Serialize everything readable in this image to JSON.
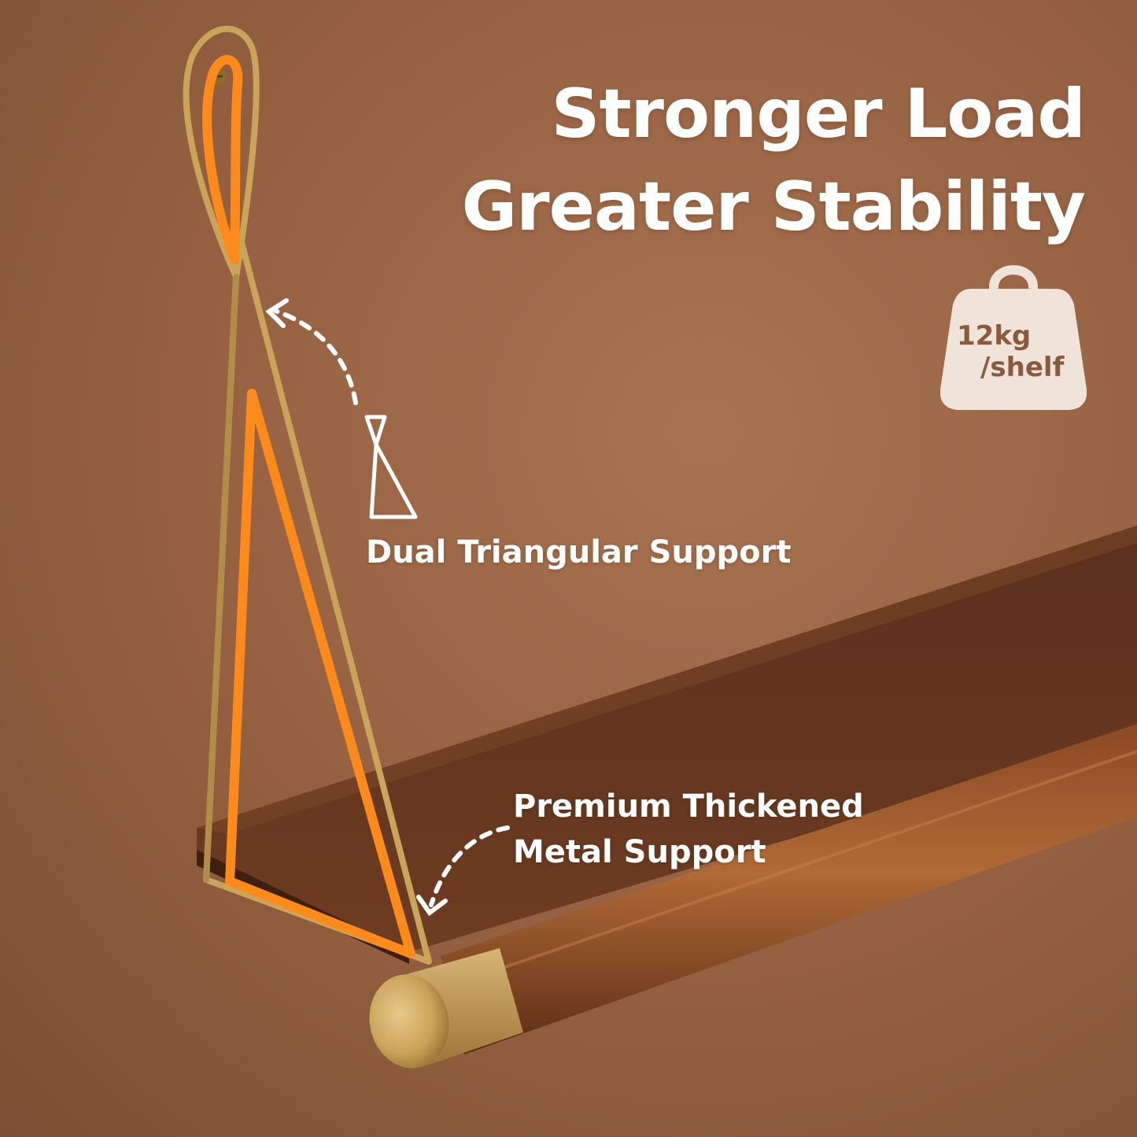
{
  "headline": {
    "line1": "Stronger Load",
    "line2": "Greater Stability"
  },
  "load_badge": {
    "value": "12kg",
    "unit": "/shelf",
    "icon": "weight-icon"
  },
  "callouts": [
    {
      "lines": [
        "Dual Triangular Support"
      ],
      "icon": "triangle-icon"
    },
    {
      "lines": [
        "Premium Thickened",
        "Metal Support"
      ]
    }
  ],
  "colors": {
    "wall": "#9a6545",
    "highlight_outline": "#ff8a1c",
    "bracket_gold": "#c9a45a",
    "shelf_wood": "#6a3a20",
    "badge_fill": "#efe3da",
    "badge_text": "#8a5a3c",
    "text": "#ffffff"
  }
}
